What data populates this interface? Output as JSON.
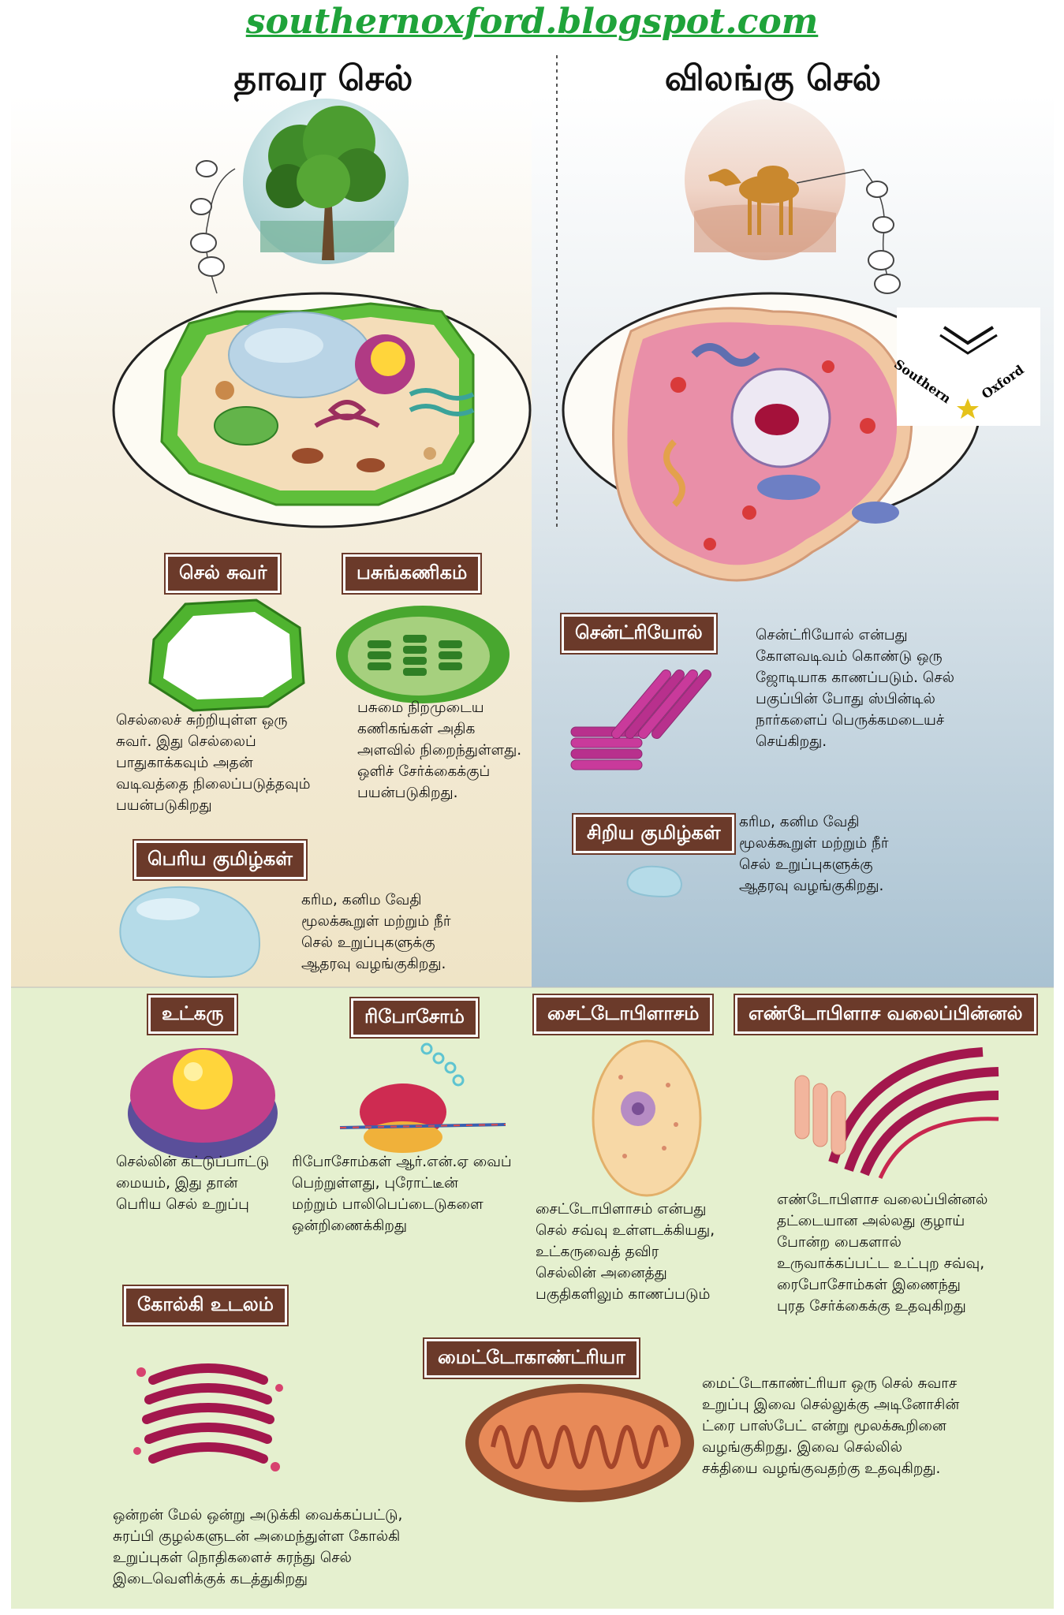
{
  "site": {
    "url": "southernoxford.blogspot.com"
  },
  "logo": {
    "text_top": "Southern",
    "text_bottom": "Oxford"
  },
  "plant": {
    "title": "தாவர செல்",
    "cell_wall": {
      "label": "செல் சுவர்",
      "desc": "செல்லைச் சுற்றியுள்ள ஒரு\nசுவர்.  இது செல்லைப்\nபாதுகாக்கவும் அதன்\nவடிவத்தை நிலைப்படுத்தவும்\nபயன்படுகிறது"
    },
    "chloroplast": {
      "label": "பசுங்கணிகம்",
      "desc": "பசுமை நிறமுடைய\nகணிகங்கள் அதிக\nஅளவில் நிறைந்துள்ளது.\nஒளிச் சேர்க்கைக்குப்\nபயன்படுகிறது."
    },
    "large_vacuole": {
      "label": "பெரிய குமிழ்கள்",
      "desc": "கரிம, கனிம வேதி\nமூலக்கூறுள் மற்றும் நீர்\nசெல் உறுப்புகளுக்கு\nஆதரவு வழங்குகிறது."
    }
  },
  "animal": {
    "title": "விலங்கு செல்",
    "centriole": {
      "label": "சென்ட்ரியோல்",
      "desc": "சென்ட்ரியோல் என்பது\nகோளவடிவம் கொண்டு ஒரு\nஜோடியாக காணப்படும். செல்\nபகுப்பின் போது ஸ்பின்டில்\nநார்களைப் பெருக்கமடையச்\nசெய்கிறது."
    },
    "small_vacuole": {
      "label": "சிறிய குமிழ்கள்",
      "desc": "கரிம, கனிம வேதி\nமூலக்கூறுள் மற்றும் நீர்\nசெல் உறுப்புகளுக்கு\nஆதரவு வழங்குகிறது."
    }
  },
  "common": {
    "nucleus": {
      "label": "உட்கரு",
      "desc": "செல்லின் கட்டுப்பாட்டு\nமையம், இது தான்\nபெரிய செல் உறுப்பு"
    },
    "ribosome": {
      "label": "ரிபோசோம்",
      "desc": "ரிபோசோம்கள் ஆர்.என்.ஏ வைப்\nபெற்றுள்ளது, புரோட்டீன்\nமற்றும் பாலிபெப்டைடுகளை\nஒன்றிணைக்கிறது"
    },
    "cytoplasm": {
      "label": "சைட்டோபிளாசம்",
      "desc": "சைட்டோபிளாசம் என்பது\nசெல் சவ்வு உள்ளடக்கியது,\nஉட்கருவைத் தவிர\nசெல்லின் அனைத்து\nபகுதிகளிலும் காணப்படும்"
    },
    "er": {
      "label": "எண்டோபிளாச வலைப்பின்னல்",
      "desc": "எண்டோபிளாச வலைப்பின்னல்\nதட்டையான அல்லது குழாய்\nபோன்ற பைகளால்\nஉருவாக்கப்பட்ட உட்புற சவ்வு,\nரைபோசோம்கள் இணைந்து\nபுரத சேர்க்கைக்கு உதவுகிறது"
    },
    "golgi": {
      "label": "கோல்கி உடலம்",
      "desc": "ஒன்றன் மேல் ஒன்று அடுக்கி வைக்கப்பட்டு,\nசுரப்பி குழல்களுடன் அமைந்துள்ள கோல்கி\nஉறுப்புகள் நொதிகளைச் சுரந்து செல்\nஇடைவெளிக்குக் கடத்துகிறது"
    },
    "mitochondria": {
      "label": "மைட்டோகாண்ட்ரியா",
      "desc": "மைட்டோகாண்ட்ரியா ஒரு செல் சுவாச\nஉறுப்பு இவை செல்லுக்கு அடினோசின்\nட்ரை பாஸ்பேட் என்று மூலக்கூறினை\nவழங்குகிறது. இவை செல்லில்\nசக்தியை வழங்குவதற்கு உதவுகிறது."
    }
  }
}
